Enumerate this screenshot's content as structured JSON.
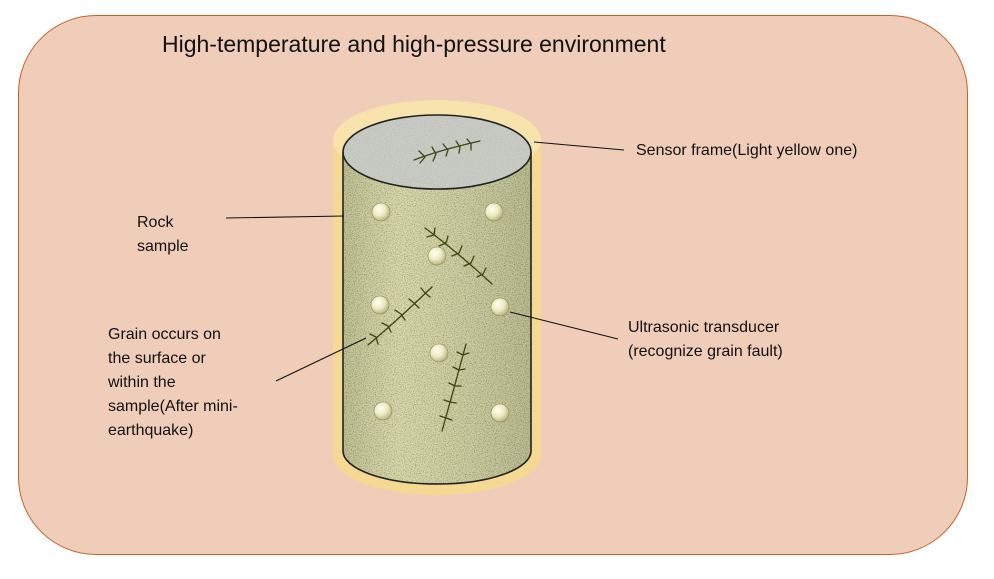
{
  "title": "High-temperature and high-pressure environment",
  "labels": {
    "sensor_frame": "Sensor frame(Light yellow one)",
    "rock_sample": [
      "Rock",
      "sample"
    ],
    "ultrasonic": [
      "Ultrasonic transducer",
      "(recognize grain fault)"
    ],
    "grain": [
      "Grain occurs on",
      "the surface or",
      "within the",
      "sample(After mini-",
      "earthquake)"
    ]
  },
  "colors": {
    "environment_fill": "#f0cdb9",
    "environment_border": "#c7612a",
    "sensor_frame": "#f5d98e",
    "rock_body": "#d6d7a6",
    "rock_top": "#c9cdc5",
    "transducer": "#ecebc3",
    "crack": "#3d4414"
  }
}
